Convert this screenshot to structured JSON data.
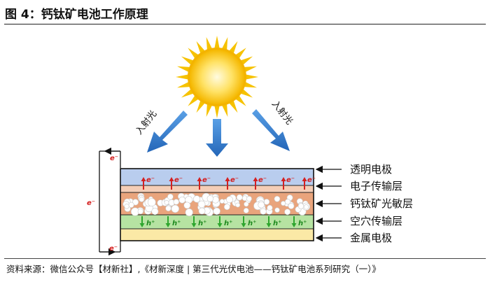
{
  "title": "图 4：钙钛矿电池工作原理",
  "source": "资料来源：微信公众号【材新社】,《材新深度 | 第三代光伏电池——钙钛矿电池系列研究（一）》",
  "incident_light_label": "入射光",
  "electron_label": "e⁻",
  "hole_label": "h⁺",
  "layers": [
    {
      "label": "透明电极",
      "color": "#b9cdee"
    },
    {
      "label": "电子传输层",
      "color": "#f4cdb6"
    },
    {
      "label": "钙钛矿光敏层",
      "color": "#e9a47c"
    },
    {
      "label": "空穴传输层",
      "color": "#b6e3a2"
    },
    {
      "label": "金属电极",
      "color": "#fbe9a6"
    }
  ],
  "colors": {
    "sun_outer": "#f6c200",
    "sun_inner": "#fff3a0",
    "ray": "#2f7fd0",
    "electron": "#d42020",
    "hole": "#2ea62e"
  }
}
